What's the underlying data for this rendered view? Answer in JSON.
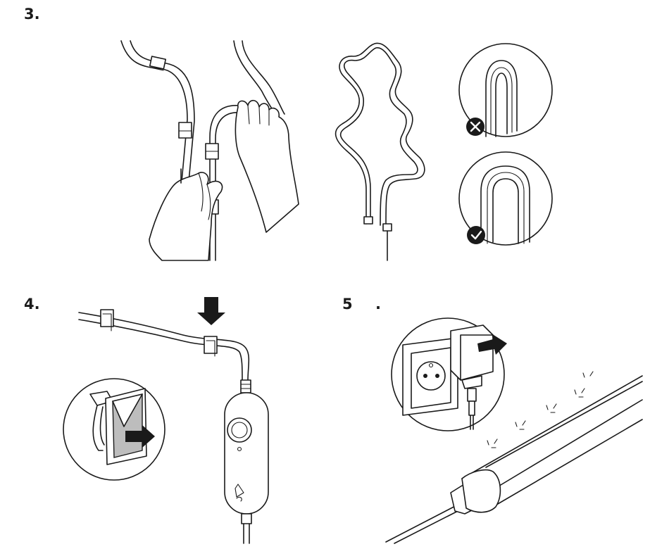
{
  "steps": [
    {
      "number": "3.",
      "panel": "bend-and-clip-strip"
    },
    {
      "number": "4.",
      "panel": "attach-controller-and-clips"
    },
    {
      "number": "5",
      "suffix": ".",
      "panel": "plug-in-and-light"
    }
  ],
  "callouts": {
    "wrong_bend": {
      "status": "incorrect",
      "icon": "cross-icon"
    },
    "right_bend": {
      "status": "correct",
      "icon": "check-icon"
    }
  },
  "colors": {
    "line": "#1a1a1a",
    "background": "#ffffff",
    "tape": "#bdbdbd"
  }
}
